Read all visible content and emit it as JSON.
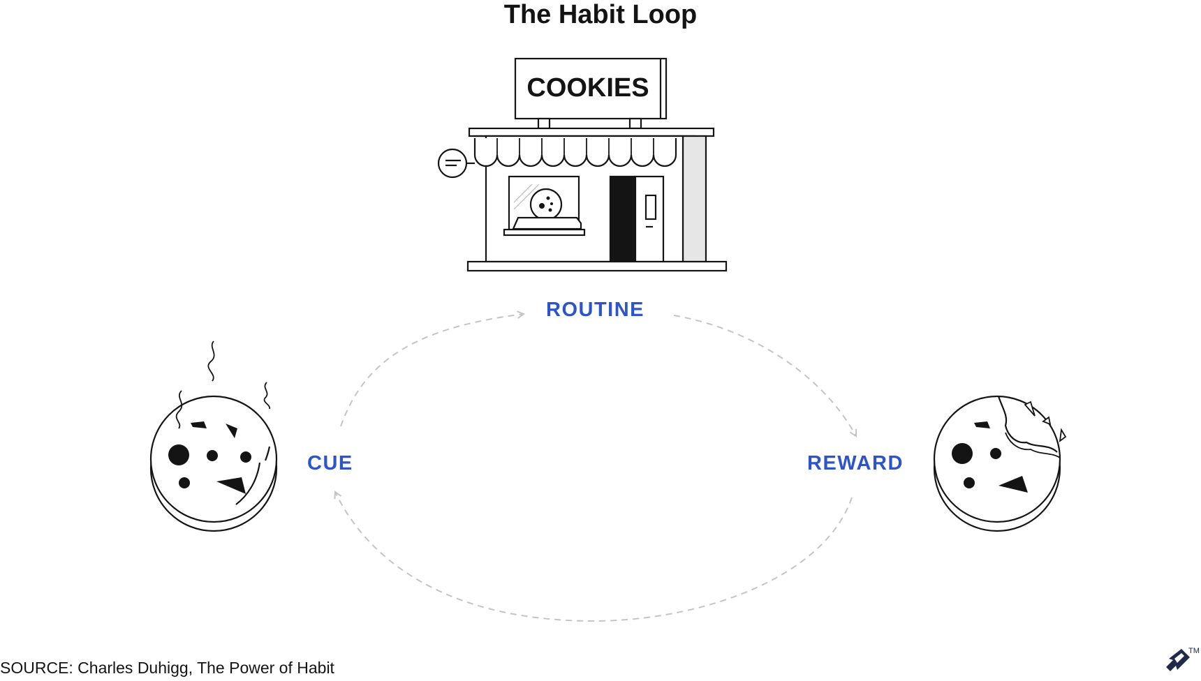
{
  "title": "The Habit Loop",
  "shop_sign": "COOKIES",
  "stages": {
    "routine": "ROUTINE",
    "cue": "CUE",
    "reward": "REWARD"
  },
  "source": "SOURCE: Charles Duhigg, The Power of Habit",
  "trademark": "TM",
  "colors": {
    "label": "#2d55c9",
    "ink": "#141414",
    "arrow": "#c4c4c4",
    "shade": "#e6e6e6",
    "brand": "#202a4a"
  },
  "icons": {
    "shop": "cookie-shop-icon",
    "cue": "steaming-cookie-icon",
    "reward": "bitten-cookie-icon",
    "logo": "toptal-logo-icon"
  }
}
